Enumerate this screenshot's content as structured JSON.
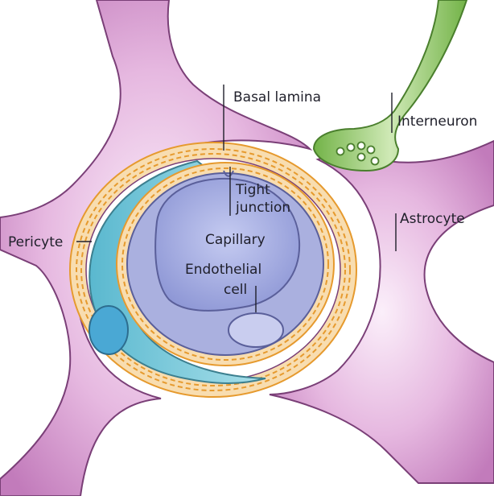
{
  "labels": {
    "basal_lamina": "Basal lamina",
    "interneuron": "Interneuron",
    "tight_junction_line1": "Tight",
    "tight_junction_line2": "junction",
    "astrocyte": "Astrocyte",
    "pericyte": "Pericyte",
    "capillary": "Capillary",
    "endothelial_line1": "Endothelial",
    "endothelial_line2": "cell"
  },
  "colors": {
    "astrocyte_fill": "#cd8cc6",
    "astrocyte_light": "#f2dbef",
    "astrocyte_outline": "#7a3f77",
    "basal_lamina": "#f2b64f",
    "pericyte_fill": "#63c3d6",
    "endothelial_outer": "#9fa4d8",
    "endothelial_inner": "#c9cdef",
    "capillary_lumen": "#a8b0e4",
    "interneuron_fill": "#7fbf53",
    "interneuron_light": "#d6edbf"
  }
}
